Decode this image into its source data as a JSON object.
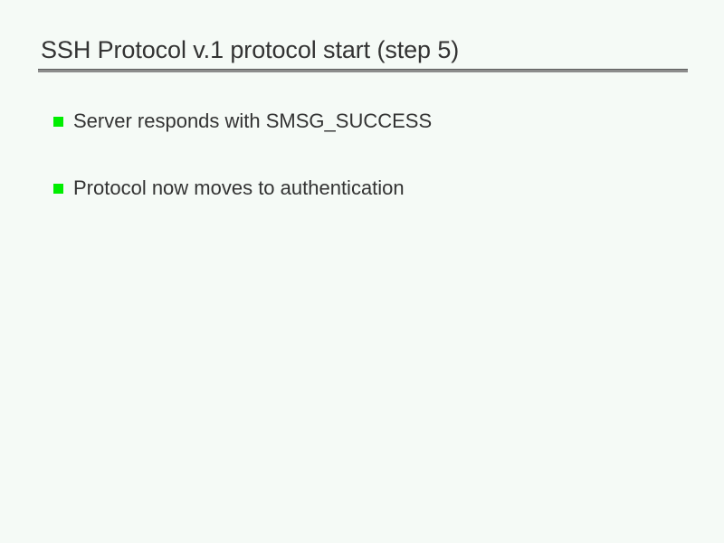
{
  "slide": {
    "title": "SSH Protocol v.1 protocol start (step 5)",
    "bullets": [
      {
        "marker": "green-square-bullet",
        "text": "Server responds with SMSG_SUCCESS"
      },
      {
        "marker": "green-square-bullet",
        "text": "Protocol now moves to authentication"
      }
    ],
    "colors": {
      "background": "#f5faf6",
      "title_text": "#333333",
      "body_text": "#333333",
      "rule": "#8c8c8c",
      "rule_top_edge": "#5e5e5e",
      "bullet_marker": "#00ee00"
    }
  }
}
